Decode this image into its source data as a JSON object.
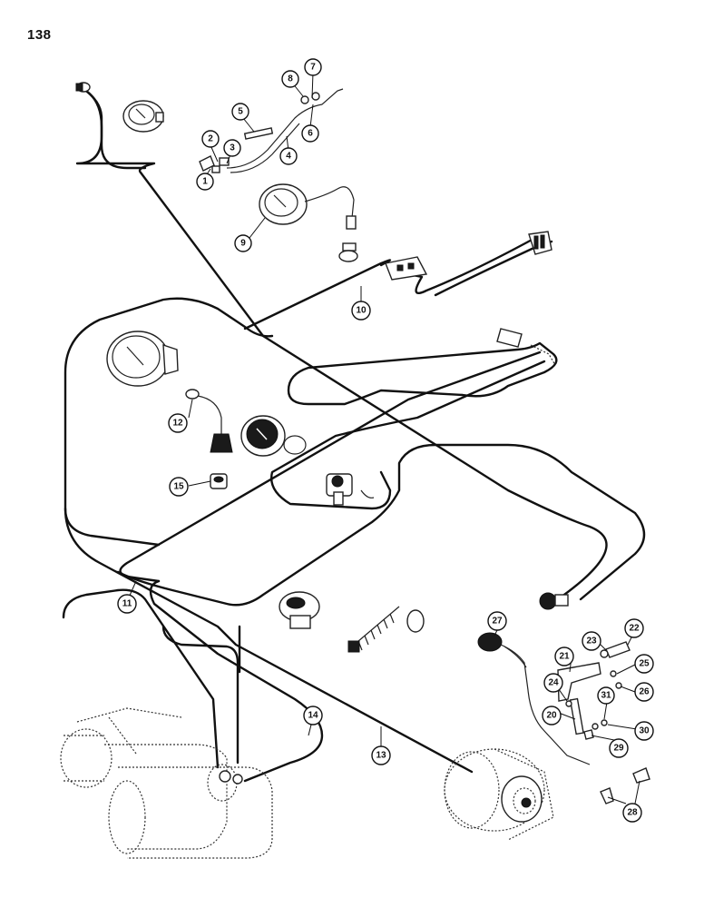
{
  "page_number": "138",
  "callouts": [
    {
      "id": "1",
      "label": "1"
    },
    {
      "id": "2",
      "label": "2"
    },
    {
      "id": "3",
      "label": "3"
    },
    {
      "id": "4",
      "label": "4"
    },
    {
      "id": "5",
      "label": "5"
    },
    {
      "id": "6",
      "label": "6"
    },
    {
      "id": "7",
      "label": "7"
    },
    {
      "id": "8",
      "label": "8"
    },
    {
      "id": "9",
      "label": "9"
    },
    {
      "id": "10",
      "label": "10"
    },
    {
      "id": "11",
      "label": "11"
    },
    {
      "id": "12",
      "label": "12"
    },
    {
      "id": "13",
      "label": "13"
    },
    {
      "id": "14",
      "label": "14"
    },
    {
      "id": "15",
      "label": "15"
    },
    {
      "id": "20",
      "label": "20"
    },
    {
      "id": "21",
      "label": "21"
    },
    {
      "id": "22",
      "label": "22"
    },
    {
      "id": "23",
      "label": "23"
    },
    {
      "id": "24",
      "label": "24"
    },
    {
      "id": "25",
      "label": "25"
    },
    {
      "id": "26",
      "label": "26"
    },
    {
      "id": "27",
      "label": "27"
    },
    {
      "id": "28",
      "label": "28"
    },
    {
      "id": "29",
      "label": "29"
    },
    {
      "id": "30",
      "label": "30"
    },
    {
      "id": "31",
      "label": "31"
    }
  ]
}
